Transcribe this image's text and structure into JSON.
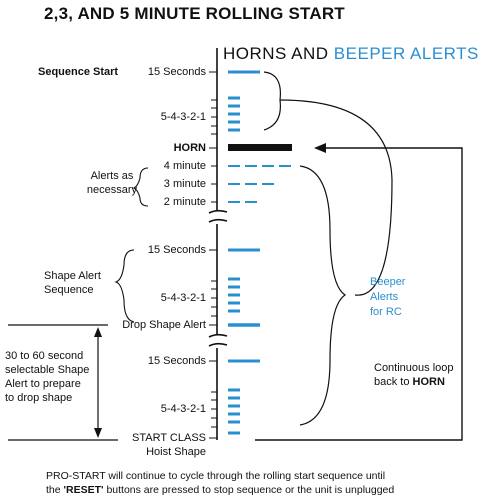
{
  "title": "2,3, AND 5 MINUTE ROLLING START",
  "header": {
    "part1": "HORNS AND ",
    "part2": "BEEPER ALERTS"
  },
  "labels": {
    "sequence_start": "Sequence Start",
    "fifteen_seconds_1": "15 Seconds",
    "countdown_1": "5-4-3-2-1",
    "horn": "HORN",
    "four_minute": "4 minute",
    "three_minute": "3 minute",
    "two_minute": "2 minute",
    "alerts_line1": "Alerts as",
    "alerts_line2": "necessary",
    "fifteen_seconds_2": "15 Seconds",
    "shape_alert_line1": "Shape Alert",
    "shape_alert_line2": "Sequence",
    "countdown_2": "5-4-3-2-1",
    "drop_shape_alert": "Drop Shape Alert",
    "fifteen_seconds_3": "15 Seconds",
    "countdown_3": "5-4-3-2-1",
    "start_class": "START CLASS",
    "hoist_shape": "Hoist Shape",
    "selectable_line1": "30 to 60 second",
    "selectable_line2": "selectable Shape",
    "selectable_line3": "Alert to prepare",
    "selectable_line4": "to drop shape",
    "beeper_line1": "Beeper",
    "beeper_line2": "Alerts",
    "beeper_line3": "for RC",
    "loop_line1": "Continuous loop",
    "loop_line2_prefix": "back to ",
    "loop_line2_bold": "HORN"
  },
  "footer": {
    "line1": "PRO-START will continue to cycle through the rolling start sequence until",
    "line2_prefix": "the ",
    "line2_bold": "'RESET'",
    "line2_suffix": " buttons are pressed to stop sequence or the unit is unplugged"
  },
  "colors": {
    "accent_blue": "#2a8fd0",
    "ink": "#111111"
  }
}
